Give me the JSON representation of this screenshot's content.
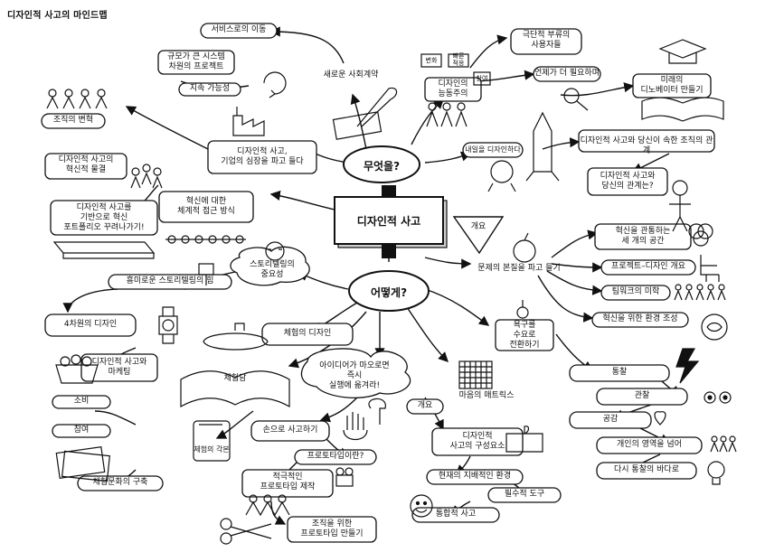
{
  "page_title": "디자인적 사고의 마인드맵",
  "center": "디자인적 사고",
  "hub_what": "무엇을?",
  "hub_how": "어떻게?",
  "nodes": {
    "service_shift": "서비스로의 이동",
    "large_system": "규모가 큰 시스템\n차원의 프로젝트",
    "sustainability": "지속 가능성",
    "new_social_contract": "새로운 사회계약",
    "extreme_users": "극단적 부류의\n사용자들",
    "why_needed": "언제가 더 필요하며",
    "change": "변화",
    "adapt": "빠른\n적응",
    "participant": "참여",
    "active_participants": "디자인의\n능동주의",
    "future_innovators": "미래의\n디노베이터 만들기",
    "org_change": "조직의 변혁",
    "org_revolution": "디자인적 사고의\n혁신적 물결",
    "portfolio": "디자인적 사고를\n기반으로 혁신\n포트폴리오 꾸려나가기!",
    "system_approach": "혁신에 대한\n체계적 접근 방식",
    "break_rules": "디자인적 사고,\n기업의 심장을 파고 들다",
    "design_inside": "내일을 디자인하다",
    "org_relation": "디자인적 사고와 당신이 속한 조직의 관계",
    "your_relation": "디자인적 사고와\n당신의 관계는?",
    "overview": "개요",
    "problem_dig": "문제의 본질을 파고 들기",
    "three_spaces": "혁신을 관통하는\n세 개의 공간",
    "project_design": "프로젝트–디자인 개요",
    "team_culture": "팀워크의 미학",
    "innovation_env": "혁신을 위한 환경 조성",
    "story_importance": "스토리텔링의\n중요성",
    "interesting_story": "흥미로운 스토리텔링의 힘",
    "fourth_dim": "4차원의 디자인",
    "experience_design": "체험의 디자인",
    "marketing": "디자인적 사고와\n마케팅",
    "experience_book": "체험담",
    "turn_needs": "욕구를\n수요로\n전환하기",
    "consumption": "소비",
    "participation": "참여",
    "experience_culture": "체험문화의 구축",
    "experience_script": "체험의 각본",
    "idea_into_action": "아이디어가 마오로면\n즉시\n실행에 옮겨라!",
    "hand_thinking": "손으로 사고하기",
    "prototype_q": "프로토타입이란?",
    "active_prototype": "적극적인\n프로토타입 제작",
    "org_prototype": "조직을 위한\n프로토타입 만들기",
    "mind_matrix": "마음의 매트릭스",
    "overview2": "개요",
    "components": "디자인적\n사고의 구성요소",
    "current_limits": "현재의 지배적인 환경",
    "essential_tools": "필수적 도구",
    "integrated_thinking": "통합적 사고",
    "insight": "통찰",
    "observation": "관찰",
    "empathy": "공감",
    "beyond_individual": "개인의 영역을 넘어",
    "back_to_insight": "다시 통찰의 바다로"
  },
  "colors": {
    "ink": "#111111",
    "paper": "#ffffff",
    "shade": "#cfcfcf"
  }
}
